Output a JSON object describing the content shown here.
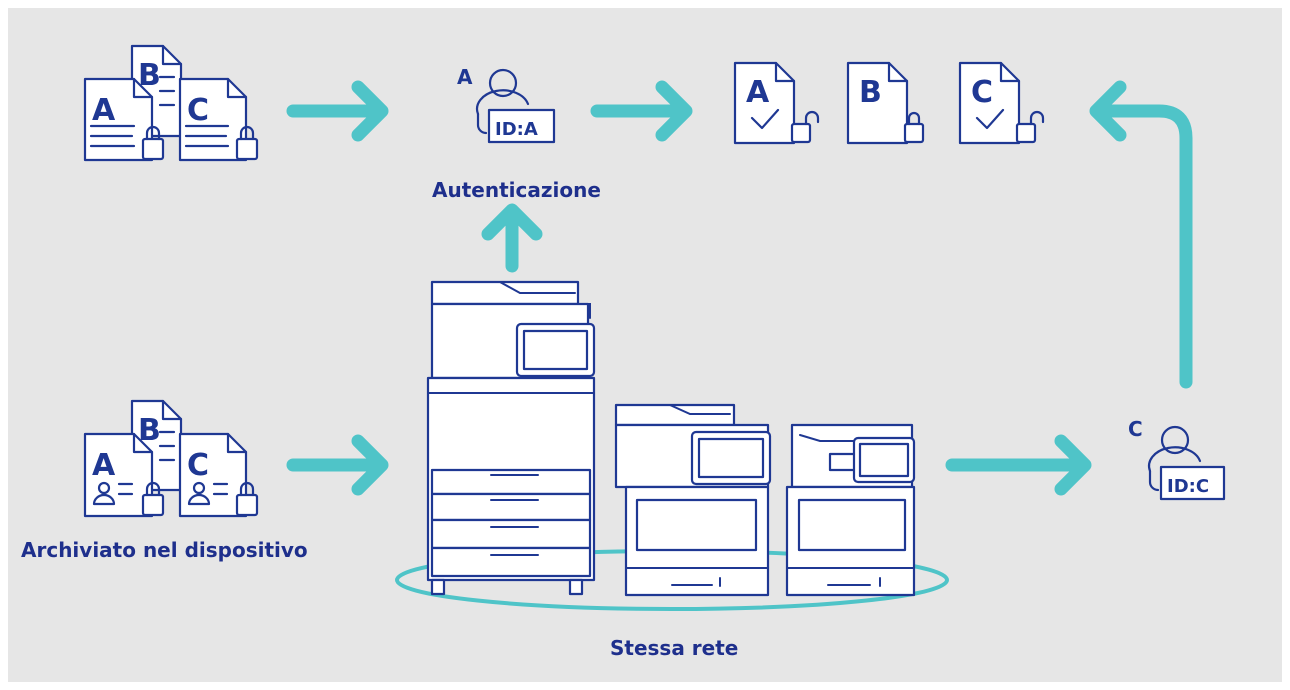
{
  "labels": {
    "authentication": "Autenticazione",
    "stored_in_device": "Archiviato nel dispositivo",
    "same_network": "Stessa rete"
  },
  "documents": {
    "top_stack": [
      "A",
      "B",
      "C"
    ],
    "stored_stack": [
      "A",
      "B",
      "C"
    ],
    "outputs": [
      "A",
      "B",
      "C"
    ]
  },
  "users": {
    "top": {
      "letter": "A",
      "id": "ID:A"
    },
    "right": {
      "letter": "C",
      "id": "ID:C"
    }
  },
  "colors": {
    "background": "#e6e6e6",
    "icon": "#1f3893",
    "text": "#1e2f8c",
    "arrow": "#4fc4c8"
  }
}
